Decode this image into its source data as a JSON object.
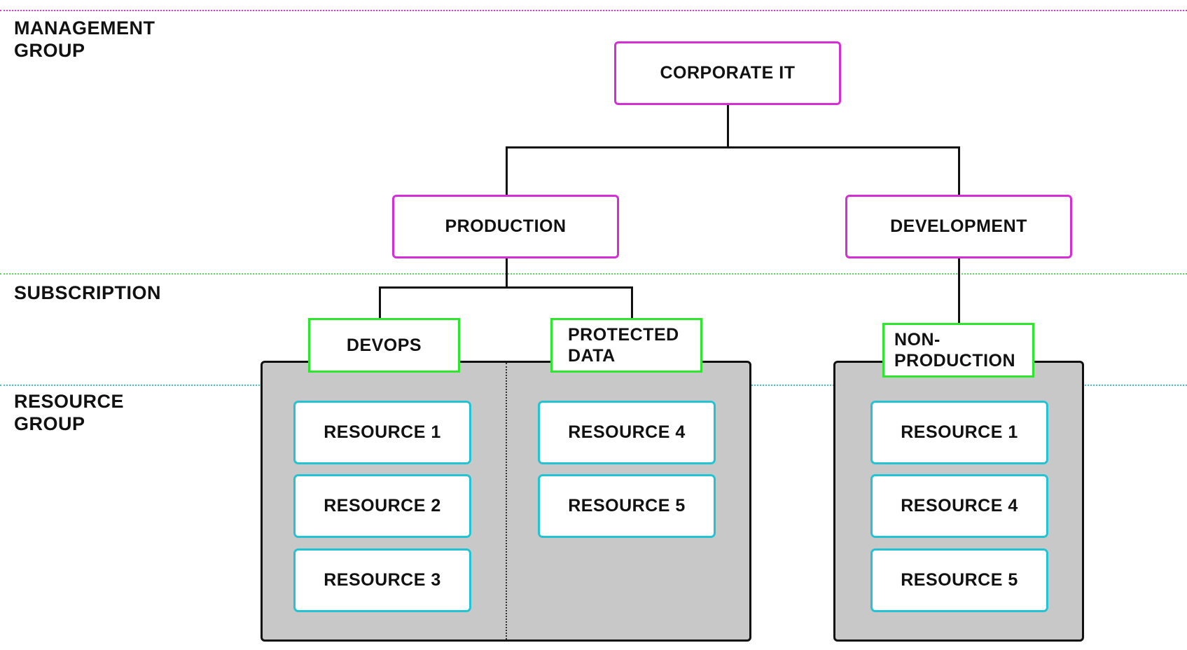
{
  "levels": {
    "management_group": "MANAGEMENT\nGROUP",
    "subscription": "SUBSCRIPTION",
    "resource_group": "RESOURCE\nGROUP"
  },
  "management_groups": {
    "root": "CORPORATE IT",
    "production": "PRODUCTION",
    "development": "DEVELOPMENT"
  },
  "subscriptions": {
    "devops": "DEVOPS",
    "protected_data": "PROTECTED\nDATA",
    "non_production": "NON-\nPRODUCTION"
  },
  "resources": {
    "devops": [
      "RESOURCE 1",
      "RESOURCE 2",
      "RESOURCE 3"
    ],
    "protected_data": [
      "RESOURCE 4",
      "RESOURCE 5"
    ],
    "non_production": [
      "RESOURCE 1",
      "RESOURCE 4",
      "RESOURCE 5"
    ]
  },
  "colors": {
    "management_group": "#d62ed6",
    "subscription": "#2ee62e",
    "resource": "#22c4d3",
    "panel": "#c8c8c8"
  }
}
